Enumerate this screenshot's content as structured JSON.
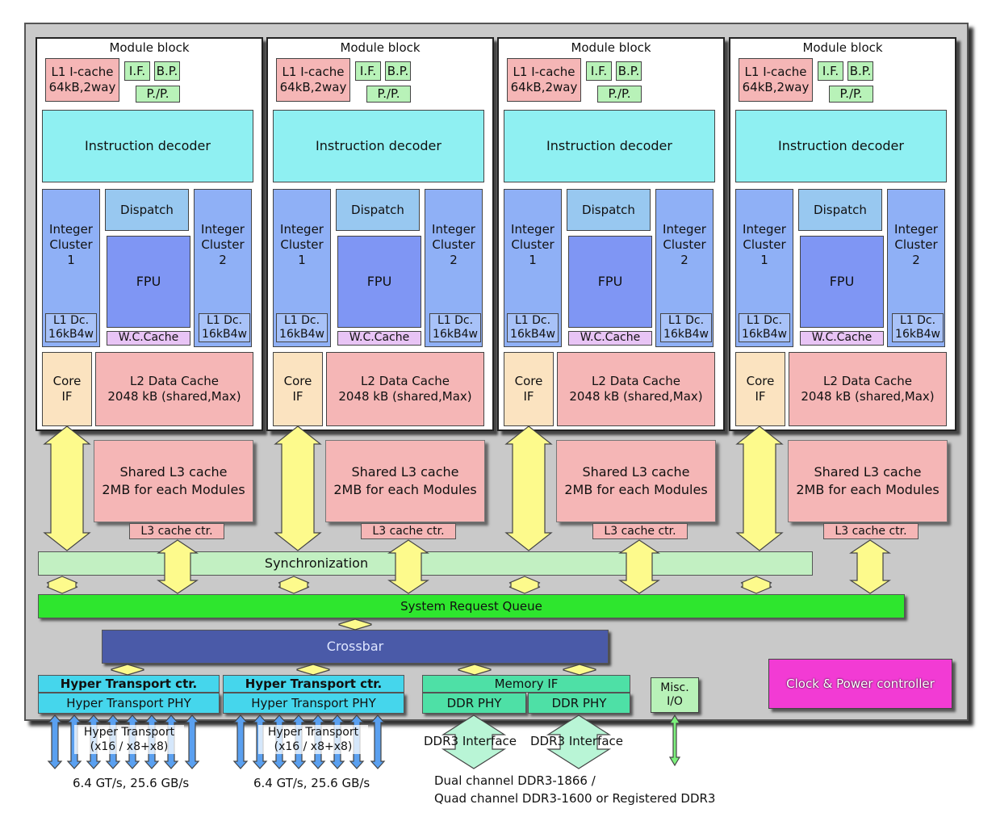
{
  "colors": {
    "chip_bg": "#c9c9c9",
    "module_bg": "#ffffff",
    "l1_green": "#b8f2b8",
    "cache_pink": "#f5b6b6",
    "decoder_cyan": "#8ff0f2",
    "integer_blue": "#8fb0f6",
    "fpu_blue": "#7f96f4",
    "wc_cache_lavender": "#e8c4f5",
    "core_if_peach": "#fbe3c0",
    "sync_green": "#c2f0c2",
    "srq_green": "#2ee62e",
    "crossbar_navy": "#4a5aa8",
    "ht_cyan": "#45d6ec",
    "memory_green": "#4ee0a6",
    "clock_magenta": "#f23bd4",
    "arrow_yellow": "#fdfa8c",
    "ht_arrow_blue": "#5aa0f0"
  },
  "modules": [
    {
      "title": "Module block",
      "l1i_line1": "L1 I-cache",
      "l1i_line2": "64kB,2way",
      "if": "I.F.",
      "bp": "B.P.",
      "pp": "P./P.",
      "decoder": "Instruction decoder",
      "dispatch": "Dispatch",
      "int1": [
        "Integer",
        "Cluster",
        "1"
      ],
      "int2": [
        "Integer",
        "Cluster",
        "2"
      ],
      "fpu": "FPU",
      "l1d": [
        "L1 Dc.",
        "16kB4w"
      ],
      "wc": "W.C.Cache",
      "core_if": [
        "Core",
        "IF"
      ],
      "l2": [
        "L2 Data Cache",
        "2048 kB (shared,Max)"
      ]
    },
    {
      "title": "Module block",
      "l1i_line1": "L1 I-cache",
      "l1i_line2": "64kB,2way",
      "if": "I.F.",
      "bp": "B.P.",
      "pp": "P./P.",
      "decoder": "Instruction decoder",
      "dispatch": "Dispatch",
      "int1": [
        "Integer",
        "Cluster",
        "1"
      ],
      "int2": [
        "Integer",
        "Cluster",
        "2"
      ],
      "fpu": "FPU",
      "l1d": [
        "L1 Dc.",
        "16kB4w"
      ],
      "wc": "W.C.Cache",
      "core_if": [
        "Core",
        "IF"
      ],
      "l2": [
        "L2 Data Cache",
        "2048 kB (shared,Max)"
      ]
    },
    {
      "title": "Module block",
      "l1i_line1": "L1 I-cache",
      "l1i_line2": "64kB,2way",
      "if": "I.F.",
      "bp": "B.P.",
      "pp": "P./P.",
      "decoder": "Instruction decoder",
      "dispatch": "Dispatch",
      "int1": [
        "Integer",
        "Cluster",
        "1"
      ],
      "int2": [
        "Integer",
        "Cluster",
        "2"
      ],
      "fpu": "FPU",
      "l1d": [
        "L1 Dc.",
        "16kB4w"
      ],
      "wc": "W.C.Cache",
      "core_if": [
        "Core",
        "IF"
      ],
      "l2": [
        "L2 Data Cache",
        "2048 kB (shared,Max)"
      ]
    },
    {
      "title": "Module block",
      "l1i_line1": "L1 I-cache",
      "l1i_line2": "64kB,2way",
      "if": "I.F.",
      "bp": "B.P.",
      "pp": "P./P.",
      "decoder": "Instruction decoder",
      "dispatch": "Dispatch",
      "int1": [
        "Integer",
        "Cluster",
        "1"
      ],
      "int2": [
        "Integer",
        "Cluster",
        "2"
      ],
      "fpu": "FPU",
      "l1d": [
        "L1 Dc.",
        "16kB4w"
      ],
      "wc": "W.C.Cache",
      "core_if": [
        "Core",
        "IF"
      ],
      "l2": [
        "L2 Data Cache",
        "2048 kB (shared,Max)"
      ]
    }
  ],
  "l3": {
    "line1": "Shared L3 cache",
    "line2": "2MB for each Modules",
    "ctr": "L3 cache ctr."
  },
  "sync": "Synchronization",
  "srq": "System Request Queue",
  "crossbar": "Crossbar",
  "ht": [
    {
      "ctr": "Hyper Transport ctr.",
      "phy": "Hyper Transport PHY",
      "link1": "Hyper Transport",
      "link2": "(x16 / x8+x8)",
      "speed": "6.4 GT/s, 25.6 GB/s"
    },
    {
      "ctr": "Hyper Transport ctr.",
      "phy": "Hyper Transport PHY",
      "link1": "Hyper Transport",
      "link2": "(x16 / x8+x8)",
      "speed": "6.4 GT/s, 25.6 GB/s"
    }
  ],
  "memory": {
    "if": "Memory IF",
    "phy1": "DDR PHY",
    "phy2": "DDR PHY",
    "iface1": "DDR3 Interface",
    "iface2": "DDR3 Interface",
    "note1": "Dual channel DDR3-1866 /",
    "note2": "Quad channel DDR3-1600 or Registered DDR3"
  },
  "misc": [
    "Misc.",
    "I/O"
  ],
  "clock": "Clock & Power controller"
}
